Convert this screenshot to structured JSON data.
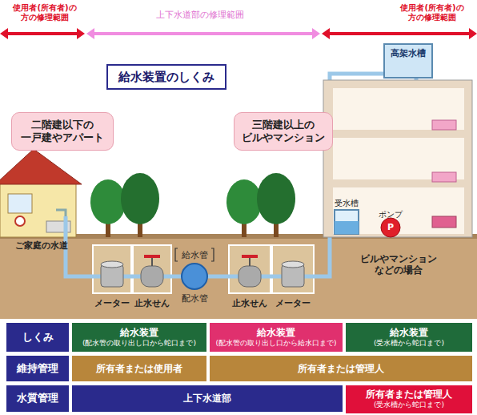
{
  "diagram": {
    "nodes": [
      {
        "text": [
          "給水装置のしくみ"
        ]
      },
      {
        "text": [
          "二階建以下の 一戸建やアパート"
        ]
      },
      {
        "text": [
          "三階建以上の ビルやマンション"
        ]
      },
      {
        "text": [
          "しくみ"
        ]
      },
      {
        "text": [
          "給水装置",
          "(配水管の取り出し口から蛇口まで)"
        ]
      },
      {
        "text": [
          "給水装置",
          "(配水管の取り出し口から給水口まで)"
        ]
      },
      {
        "text": [
          "給水装置",
          "(受水槽から蛇口まで)"
        ]
      },
      {
        "text": [
          "維持管理"
        ]
      },
      {
        "text": [
          "所有者または使用者"
        ]
      },
      {
        "text": [
          "所有者または管理人"
        ]
      },
      {
        "text": [
          "水質管理"
        ]
      },
      {
        "text": [
          "上下水道部"
        ]
      },
      {
        "text": [
          "所有者または管理人",
          "(受水槽から蛇口まで)"
        ]
      }
    ],
    "labels": [
      "使用者(所有者)の 方の修理範囲",
      "上下水道部の修理範囲",
      "使用者(所有者)の 方の修理範囲",
      "高架水槽",
      "ポンプ",
      "受水槽",
      "P",
      "ご家庭の水道",
      "給水管",
      "配水管",
      "メーター",
      "止水せん",
      "止水せん",
      "メーター",
      "ビルやマンション などの場合"
    ]
  }
}
